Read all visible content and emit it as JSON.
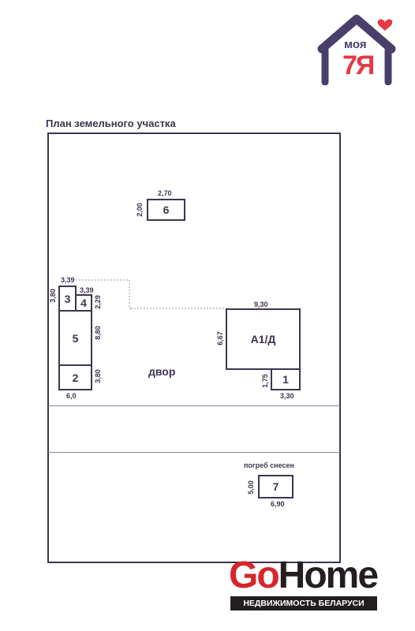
{
  "title": "План земельного участка",
  "logo": {
    "brand_small": "моя",
    "brand_big": "7Я",
    "colors": {
      "house": "#4a3f6b",
      "accent": "#e63946"
    }
  },
  "yard_label": "двор",
  "cellar_note": "погреб снесен",
  "buildings": [
    {
      "id": "6",
      "label": "6",
      "width_dim": "2,70",
      "height_dim": "2,00"
    },
    {
      "id": "3",
      "label": "3",
      "width_dim": "3,39",
      "height_dim": "3,80"
    },
    {
      "id": "4",
      "label": "4",
      "width_dim": "3,39",
      "height_dim": "2,29"
    },
    {
      "id": "5",
      "label": "5",
      "height_dim": "8,80"
    },
    {
      "id": "2",
      "label": "2",
      "height_dim": "3,80",
      "width_dim": "6,0"
    },
    {
      "id": "A1",
      "label": "А1/Д",
      "width_dim": "9,30",
      "height_dim": "6,67"
    },
    {
      "id": "1",
      "label": "1",
      "height_dim": "1,75",
      "width_dim": "3,30"
    },
    {
      "id": "7",
      "label": "7",
      "height_dim": "5,00",
      "width_dim": "6,90"
    }
  ],
  "footer_logo": {
    "go": "Go",
    "home": "Home",
    "tagline": "НЕДВИЖИМОСТЬ БЕЛАРУСИ",
    "colors": {
      "go": "#d6262c",
      "home": "#231f20"
    }
  }
}
